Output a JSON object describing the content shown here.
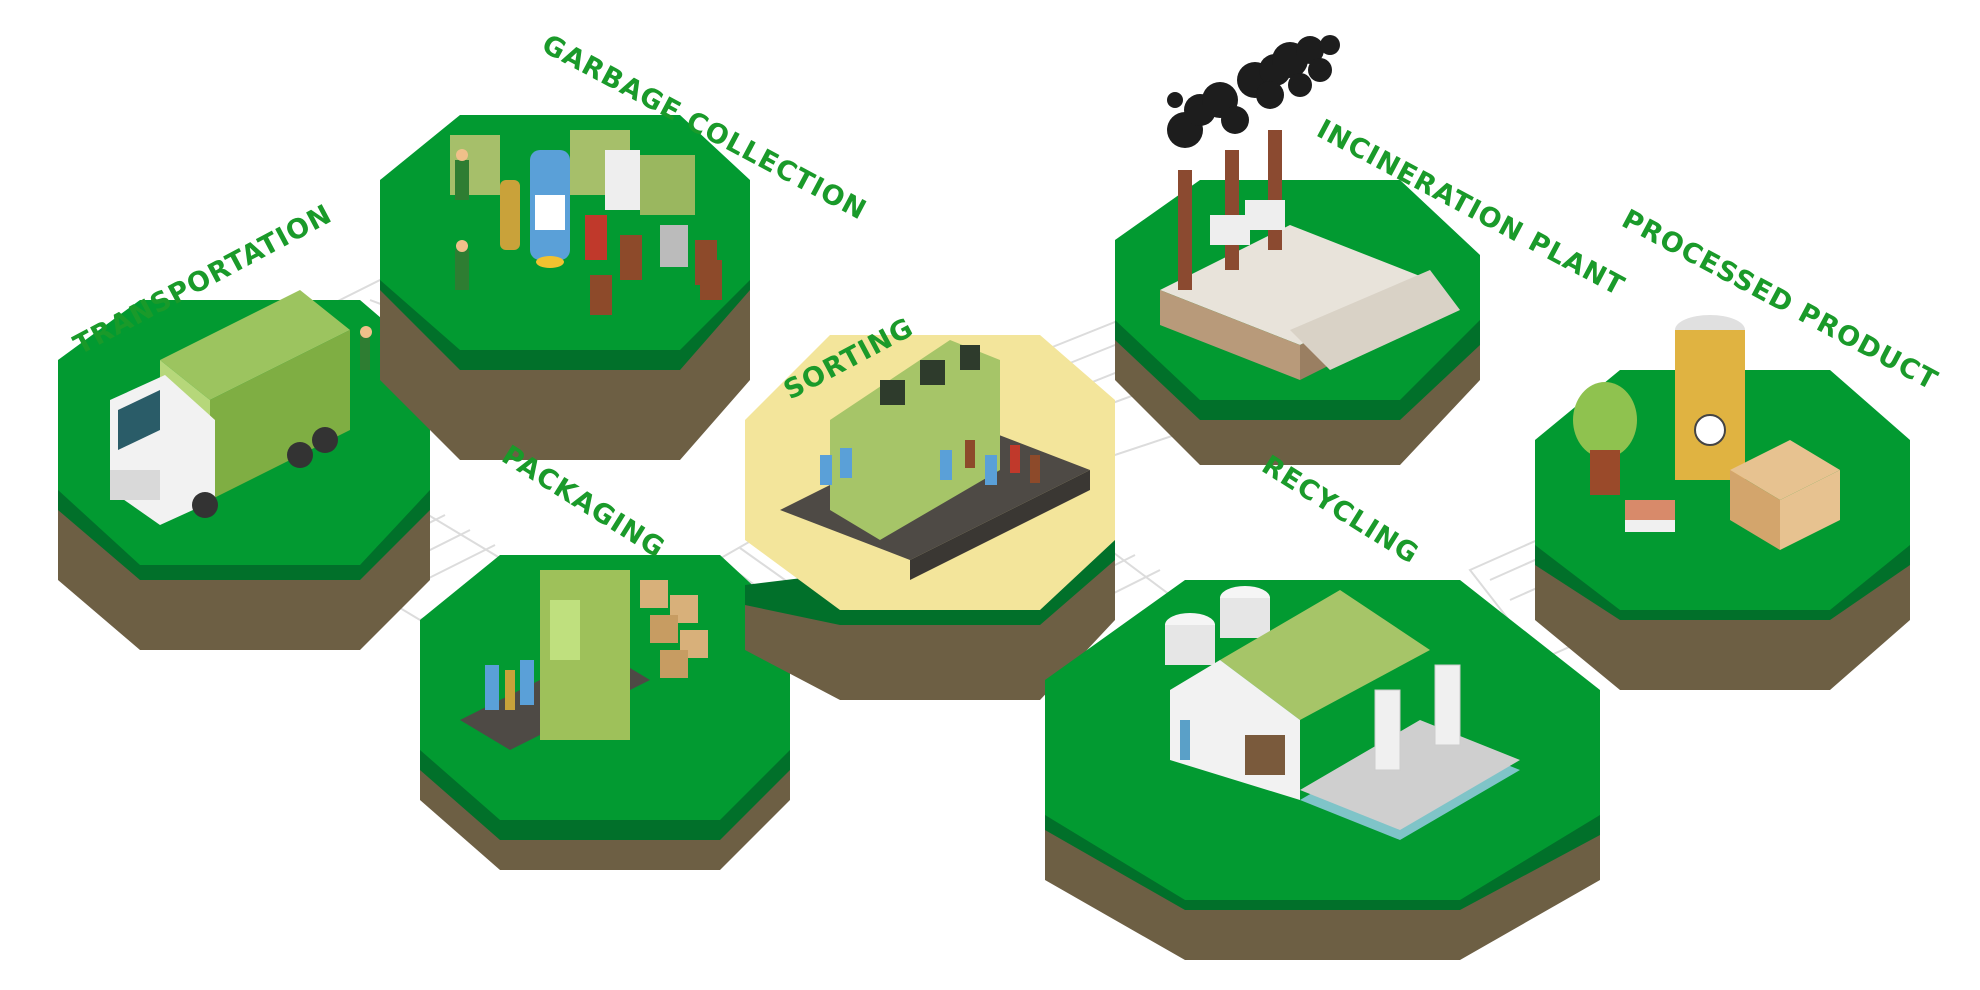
{
  "diagram": {
    "stages": [
      {
        "id": "transportation",
        "label": "TRANSPORTATION"
      },
      {
        "id": "garbage-collection",
        "label": "GARBAGE COLLECTION"
      },
      {
        "id": "packaging",
        "label": "PACKAGING"
      },
      {
        "id": "sorting",
        "label": "SORTING"
      },
      {
        "id": "incineration-plant",
        "label": "INCINERATION PLANT"
      },
      {
        "id": "recycling",
        "label": "RECYCLING"
      },
      {
        "id": "processed-product",
        "label": "PROCESSED PRODUCT"
      }
    ],
    "colors": {
      "tile_top": "#029a31",
      "tile_band": "#01702a",
      "soil": "#6d5f44",
      "soil_dark": "#5a4e36",
      "sorting_highlight": "#f3e59b",
      "walkway": "#ffffff",
      "label": "#1a9a2a",
      "smoke": "#1d1d1d"
    }
  }
}
